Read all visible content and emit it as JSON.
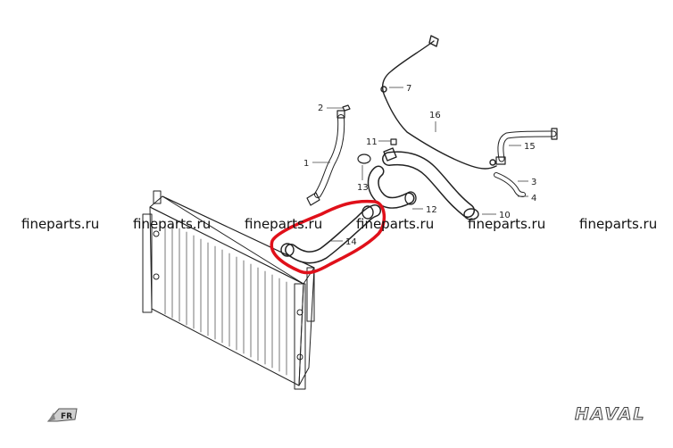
{
  "watermarks": [
    "fineparts.ru",
    "fineparts.ru",
    "fineparts.ru",
    "fineparts.ru",
    "fineparts.ru",
    "fineparts.ru"
  ],
  "callouts": [
    {
      "key": "n1",
      "label": "1"
    },
    {
      "key": "n2",
      "label": "2"
    },
    {
      "key": "n3",
      "label": "3"
    },
    {
      "key": "n4",
      "label": "4"
    },
    {
      "key": "n7",
      "label": "7"
    },
    {
      "key": "n10",
      "label": "10"
    },
    {
      "key": "n11",
      "label": "11"
    },
    {
      "key": "n12",
      "label": "12"
    },
    {
      "key": "n13",
      "label": "13"
    },
    {
      "key": "n14",
      "label": "14"
    },
    {
      "key": "n15",
      "label": "15"
    },
    {
      "key": "n16",
      "label": "16"
    }
  ],
  "direction_marker": "FR",
  "brand_logo": "HAVAL",
  "highlight_color": "#e0101a",
  "colors": {
    "line": "#222222",
    "watermark": "#111111"
  }
}
